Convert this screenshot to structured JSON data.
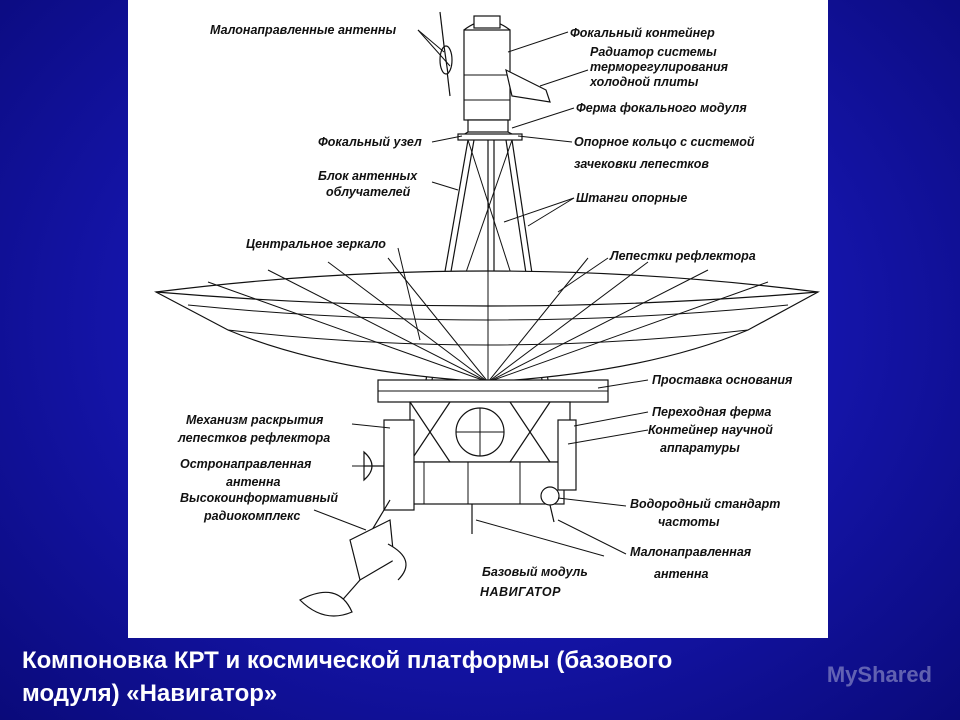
{
  "labels": {
    "low_gain_antennas_top": "Малонаправленные антенны",
    "focal_container": "Фокальный контейнер",
    "radiator_line1": "Радиатор системы",
    "radiator_line2": "терморегулирования",
    "radiator_line3": "холодной плиты",
    "focal_truss": "Ферма фокального модуля",
    "focal_unit": "Фокальный узел",
    "support_ring_line1": "Опорное кольцо с системой",
    "support_ring_line2": "зачековки лепестков",
    "feed_block_line1": "Блок антенных",
    "feed_block_line2": "облучателей",
    "support_rods": "Штанги опорные",
    "central_mirror": "Центральное зеркало",
    "reflector_petals": "Лепестки рефлектора",
    "base_spacer": "Проставка основания",
    "petal_mechanism_line1": "Механизм раскрытия",
    "petal_mechanism_line2": "лепестков рефлектора",
    "transition_truss": "Переходная ферма",
    "science_container_line1": "Контейнер научной",
    "science_container_line2": "аппаратуры",
    "high_gain_antenna_line1": "Остронаправленная",
    "high_gain_antenna_line2": "антенна",
    "radio_complex_line1": "Высокоинформативный",
    "radio_complex_line2": "радиокомплекс",
    "hydrogen_standard_line1": "Водородный стандарт",
    "hydrogen_standard_line2": "частоты",
    "low_gain_antenna_bottom_line1": "Малонаправленная",
    "low_gain_antenna_bottom_line2": "антенна",
    "base_module": "Базовый модуль",
    "navigator": "НАВИГАТОР"
  },
  "caption": {
    "line1": "Компоновка КРТ и космической платформы (базового",
    "line2": "модуля) «Навигатор»"
  },
  "watermark": "MyShared"
}
